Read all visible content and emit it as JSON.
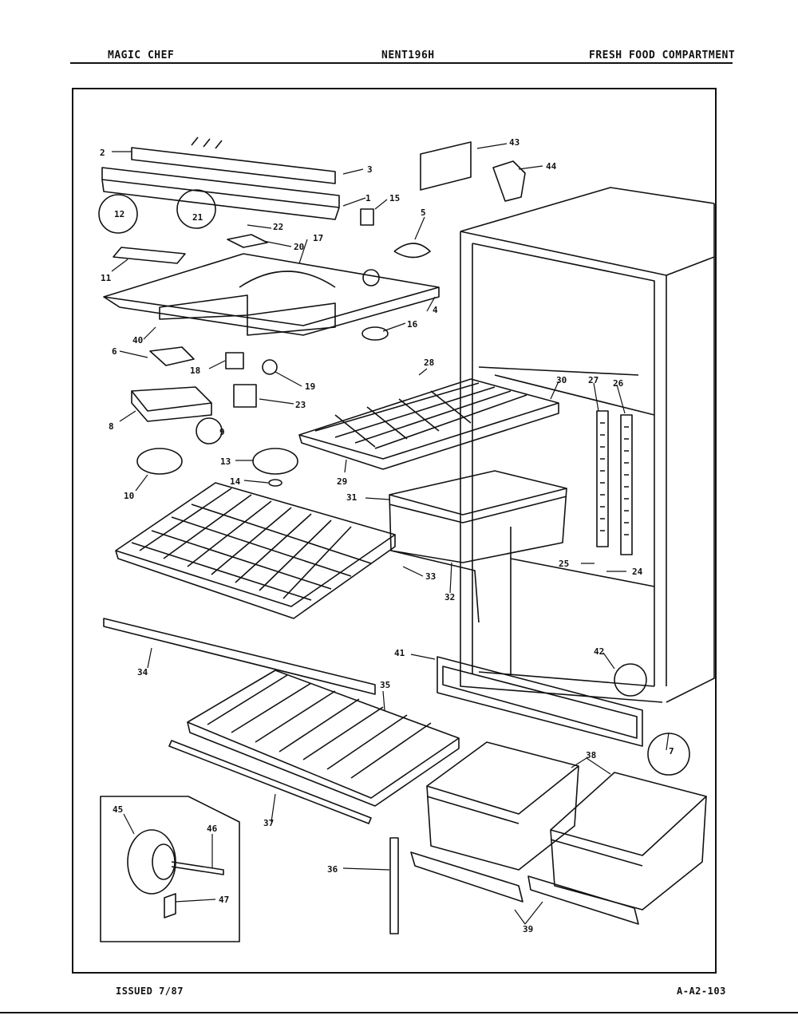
{
  "header": {
    "brand": "MAGIC CHEF",
    "model": "NENT196H",
    "section": "FRESH FOOD COMPARTMENT"
  },
  "footer": {
    "issued": "ISSUED 7/87",
    "code": "A-A2-103"
  },
  "callouts": {
    "c1": "1",
    "c2": "2",
    "c3": "3",
    "c4": "4",
    "c5": "5",
    "c6": "6",
    "c7": "7",
    "c8": "8",
    "c9": "9",
    "c10": "10",
    "c11": "11",
    "c12": "12",
    "c13": "13",
    "c14": "14",
    "c15": "15",
    "c16": "16",
    "c17": "17",
    "c18": "18",
    "c19": "19",
    "c20": "20",
    "c21": "21",
    "c22": "22",
    "c23": "23",
    "c24": "24",
    "c25": "25",
    "c26": "26",
    "c27": "27",
    "c28": "28",
    "c29": "29",
    "c30": "30",
    "c31": "31",
    "c32": "32",
    "c33": "33",
    "c34": "34",
    "c35": "35",
    "c36": "36",
    "c37": "37",
    "c38": "38",
    "c39": "39",
    "c40": "40",
    "c41": "41",
    "c42": "42",
    "c43": "43",
    "c44": "44",
    "c45": "45",
    "c46": "46",
    "c47": "47"
  }
}
